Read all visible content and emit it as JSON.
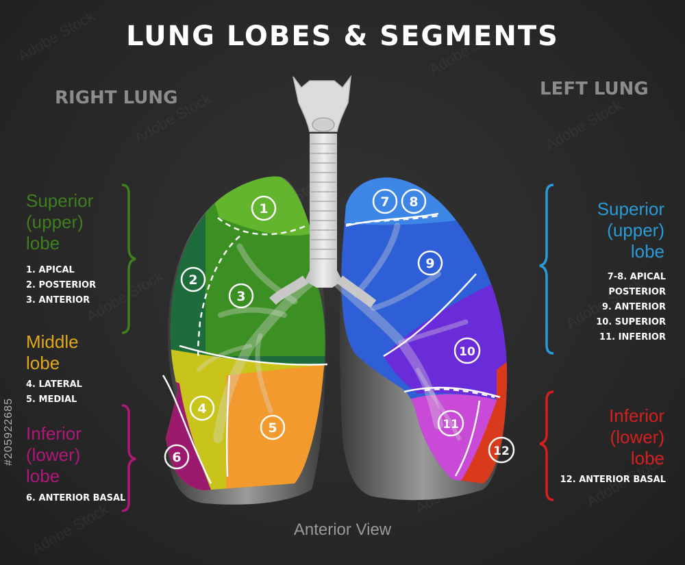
{
  "title": "LUNG LOBES & SEGMENTS",
  "right_lung": {
    "heading": "RIGHT LUNG",
    "superior": {
      "name": [
        "Superior",
        "(upper)",
        "lobe"
      ],
      "color": "#3f7f1f",
      "segments": [
        "1. APICAL",
        "2. POSTERIOR",
        "3. ANTERIOR"
      ]
    },
    "middle": {
      "name": [
        "Middle",
        "lobe"
      ],
      "color": "#e0a81c",
      "segments": [
        "4. LATERAL",
        "5. MEDIAL"
      ]
    },
    "inferior": {
      "name": [
        "Inferior",
        "(lower)",
        "lobe"
      ],
      "color": "#b0187a",
      "segments": [
        "6. ANTERIOR BASAL"
      ]
    }
  },
  "left_lung": {
    "heading": "LEFT LUNG",
    "superior": {
      "name": [
        "Superior",
        "(upper)",
        "lobe"
      ],
      "color": "#2a9bd6",
      "segments": [
        "7-8. APICAL",
        "POSTERIOR",
        "9. ANTERIOR",
        "10. SUPERIOR",
        "11. INFERIOR"
      ]
    },
    "inferior": {
      "name": [
        "Inferior",
        "(lower)",
        "lobe"
      ],
      "color": "#d61f1f",
      "segments": [
        "12. ANTERIOR BASAL"
      ]
    }
  },
  "segment_numbers": [
    "1",
    "2",
    "3",
    "4",
    "5",
    "6",
    "7",
    "8",
    "9",
    "10",
    "11",
    "12"
  ],
  "caption": "Anterior View",
  "stock_id": "#205922685",
  "watermark": "Adobe Stock"
}
